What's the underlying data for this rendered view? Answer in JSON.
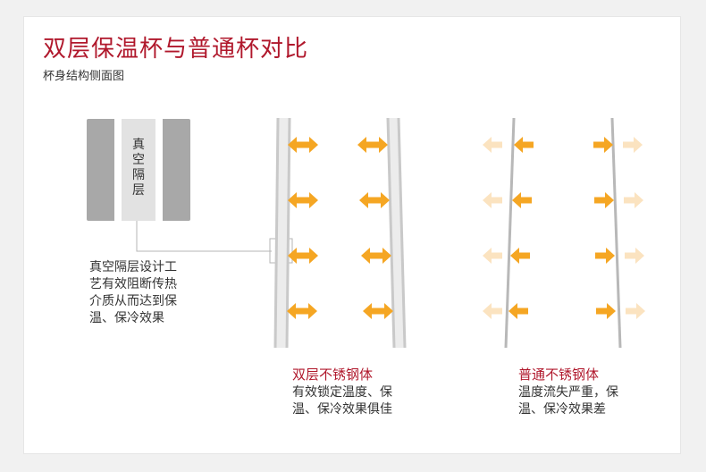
{
  "header": {
    "title": "双层保温杯与普通杯对比",
    "subtitle": "杯身结构侧面图"
  },
  "vacuum_layer": {
    "chars": [
      "真",
      "空",
      "隔",
      "层"
    ],
    "description": "真空隔层设计工艺有效阻断传热介质从而达到保温、保冷效果"
  },
  "double_wall": {
    "title": "双层不锈钢体",
    "description": "有效锁定温度、保温、保冷效果俱佳"
  },
  "single_wall": {
    "title": "普通不锈钢体",
    "description": "温度流失严重，保温、保冷效果差"
  },
  "colors": {
    "accent": "#b0182c",
    "arrow": "#f5a623",
    "arrow_faded": "#fbe3c0",
    "gray_block": "#a8a8a8",
    "wall": "#c9c9c9"
  },
  "icons": {
    "arrow_double": "double-arrow-icon",
    "arrow_in": "arrow-in-icon",
    "arrow_out_faded": "arrow-out-faded-icon"
  }
}
